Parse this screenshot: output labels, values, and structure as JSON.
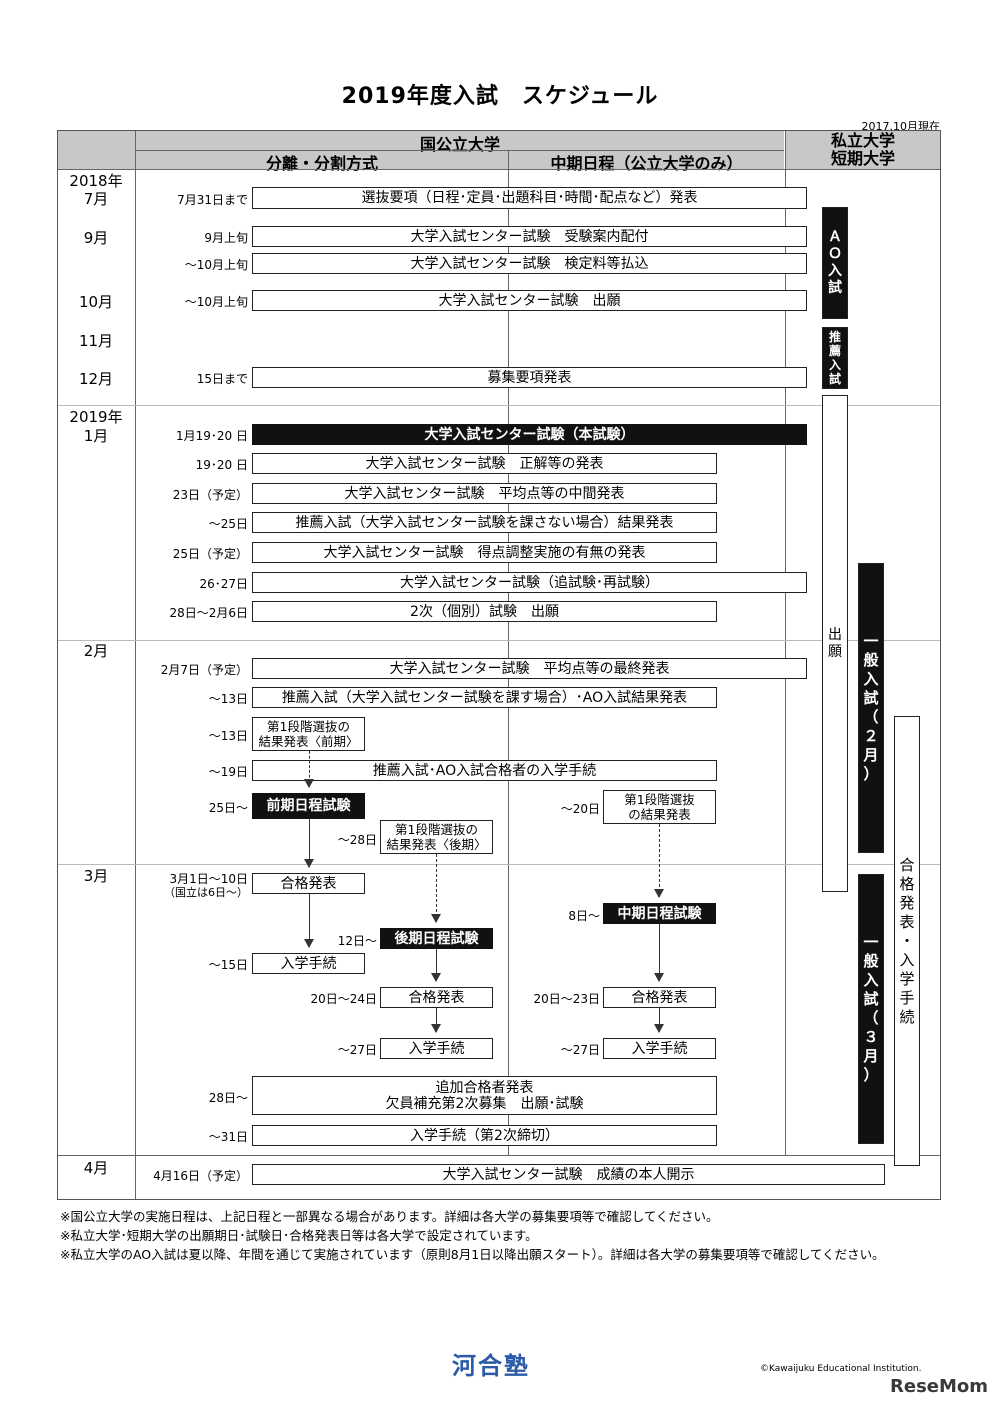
{
  "title": "2019年度入試　スケジュール",
  "as_of": "2017.10月現在",
  "header": {
    "national_public": "国公立大学",
    "separate": "分離・分割方式",
    "mid_term": "中期日程（公立大学のみ）",
    "private_1": "私立大学",
    "private_2": "短期大学"
  },
  "months": {
    "y2018": "2018年",
    "jul": "7月",
    "sep": "9月",
    "oct": "10月",
    "nov": "11月",
    "dec": "12月",
    "y2019": "2019年",
    "jan": "1月",
    "feb": "2月",
    "mar": "3月",
    "apr": "4月"
  },
  "dates": {
    "d1": "7月31日まで",
    "d2": "9月上旬",
    "d3": "～10月上旬",
    "d4": "～10月上旬",
    "d5": "15日まで",
    "d6": "1月19･20 日",
    "d7": "19･20 日",
    "d8": "23日（予定）",
    "d9": "～25日",
    "d10": "25日（予定）",
    "d11": "26･27日",
    "d12": "28日～2月6日",
    "d13": "2月7日（予定）",
    "d14": "～13日",
    "d15": "～13日",
    "d16": "～19日",
    "d17": "25日～",
    "d18": "～28日",
    "d19": "～20日",
    "d20a": "3月1日～10日",
    "d20b": "（国立は6日～）",
    "d21": "12日～",
    "d22": "8日～",
    "d23": "～15日",
    "d24": "20日～24日",
    "d25": "20日～23日",
    "d26": "～27日",
    "d27": "～27日",
    "d28": "28日～",
    "d29": "～31日",
    "d30": "4月16日（予定）"
  },
  "events": {
    "e1": "選抜要項（日程･定員･出題科目･時間･配点など）発表",
    "e2": "大学入試センター試験　受験案内配付",
    "e3": "大学入試センター試験　検定料等払込",
    "e4": "大学入試センター試験　出願",
    "e5": "募集要項発表",
    "e6": "大学入試センター試験（本試験）",
    "e7": "大学入試センター試験　正解等の発表",
    "e8": "大学入試センター試験　平均点等の中間発表",
    "e9": "推薦入試（大学入試センター試験を課さない場合）結果発表",
    "e10": "大学入試センター試験　得点調整実施の有無の発表",
    "e11": "大学入試センター試験（追試験･再試験）",
    "e12": "2次（個別）試験　出願",
    "e13": "大学入試センター試験　平均点等の最終発表",
    "e14": "推薦入試（大学入試センター試験を課す場合）･AO入試結果発表",
    "e15": "第1段階選抜の\n結果発表〈前期〉",
    "e16": "推薦入試･AO入試合格者の入学手続",
    "e17": "前期日程試験",
    "e18": "第1段階選抜の\n結果発表〈後期〉",
    "e19": "第1段階選抜\nの結果発表",
    "e20": "合格発表",
    "e21": "後期日程試験",
    "e22": "中期日程試験",
    "e23": "入学手続",
    "e24": "合格発表",
    "e25": "合格発表",
    "e26": "入学手続",
    "e27": "入学手続",
    "e28": "追加合格者発表\n欠員補充第2次募集　出願･試験",
    "e29": "入学手続（第2次締切）",
    "e30": "大学入試センター試験　成績の本人開示"
  },
  "private_bars": {
    "ao": [
      "Ａ",
      "Ｏ",
      "入",
      "試"
    ],
    "suisen": [
      "推",
      "薦",
      "入",
      "試"
    ],
    "shutsugan": [
      "出",
      "願"
    ],
    "ippan_feb": [
      "一",
      "般",
      "入",
      "試",
      "（",
      "２",
      "月",
      "）"
    ],
    "ippan_mar": [
      "一",
      "般",
      "入",
      "試",
      "（",
      "３",
      "月",
      "）"
    ],
    "goukaku": [
      "合",
      "格",
      "発",
      "表",
      "・",
      "入",
      "学",
      "手",
      "続"
    ]
  },
  "notes": [
    "※国公立大学の実施日程は、上記日程と一部異なる場合があります。詳細は各大学の募集要項等で確認してください。",
    "※私立大学･短期大学の出願期日･試験日･合格発表日等は各大学で設定されています。",
    "※私立大学のAO入試は夏以降、年間を通じて実施されています（原則8月1日以降出願スタート）。詳細は各大学の募集要項等で確認してください。"
  ],
  "footer": {
    "logo": "河合塾",
    "copyright": "©Kawaijuku Educational Institution.",
    "watermark": "ReseMom"
  }
}
